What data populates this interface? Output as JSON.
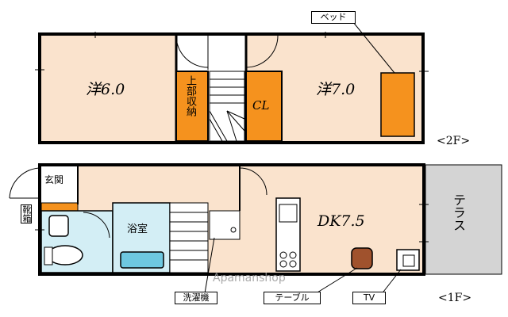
{
  "floor2": {
    "level_label": "<2F>",
    "room_left": "洋6.0",
    "room_right": "洋7.0",
    "storage": "上部収納",
    "closet": "CL",
    "bed_label": "ベッド"
  },
  "floor1": {
    "level_label": "<1F>",
    "entrance": "玄関",
    "shoe_box": "靴箱",
    "bathroom": "浴室",
    "dk": "DK7.5",
    "terrace": "テラス",
    "washer_label": "洗濯機",
    "table_label": "テーブル",
    "tv_label": "TV"
  },
  "watermark": "Apamanshop",
  "colors": {
    "room_fill": "#fae3cd",
    "accent_fill": "#f5921e",
    "bath_fill": "#d3eef5",
    "terrace_fill": "#d4d4d4",
    "wall": "#000000"
  }
}
